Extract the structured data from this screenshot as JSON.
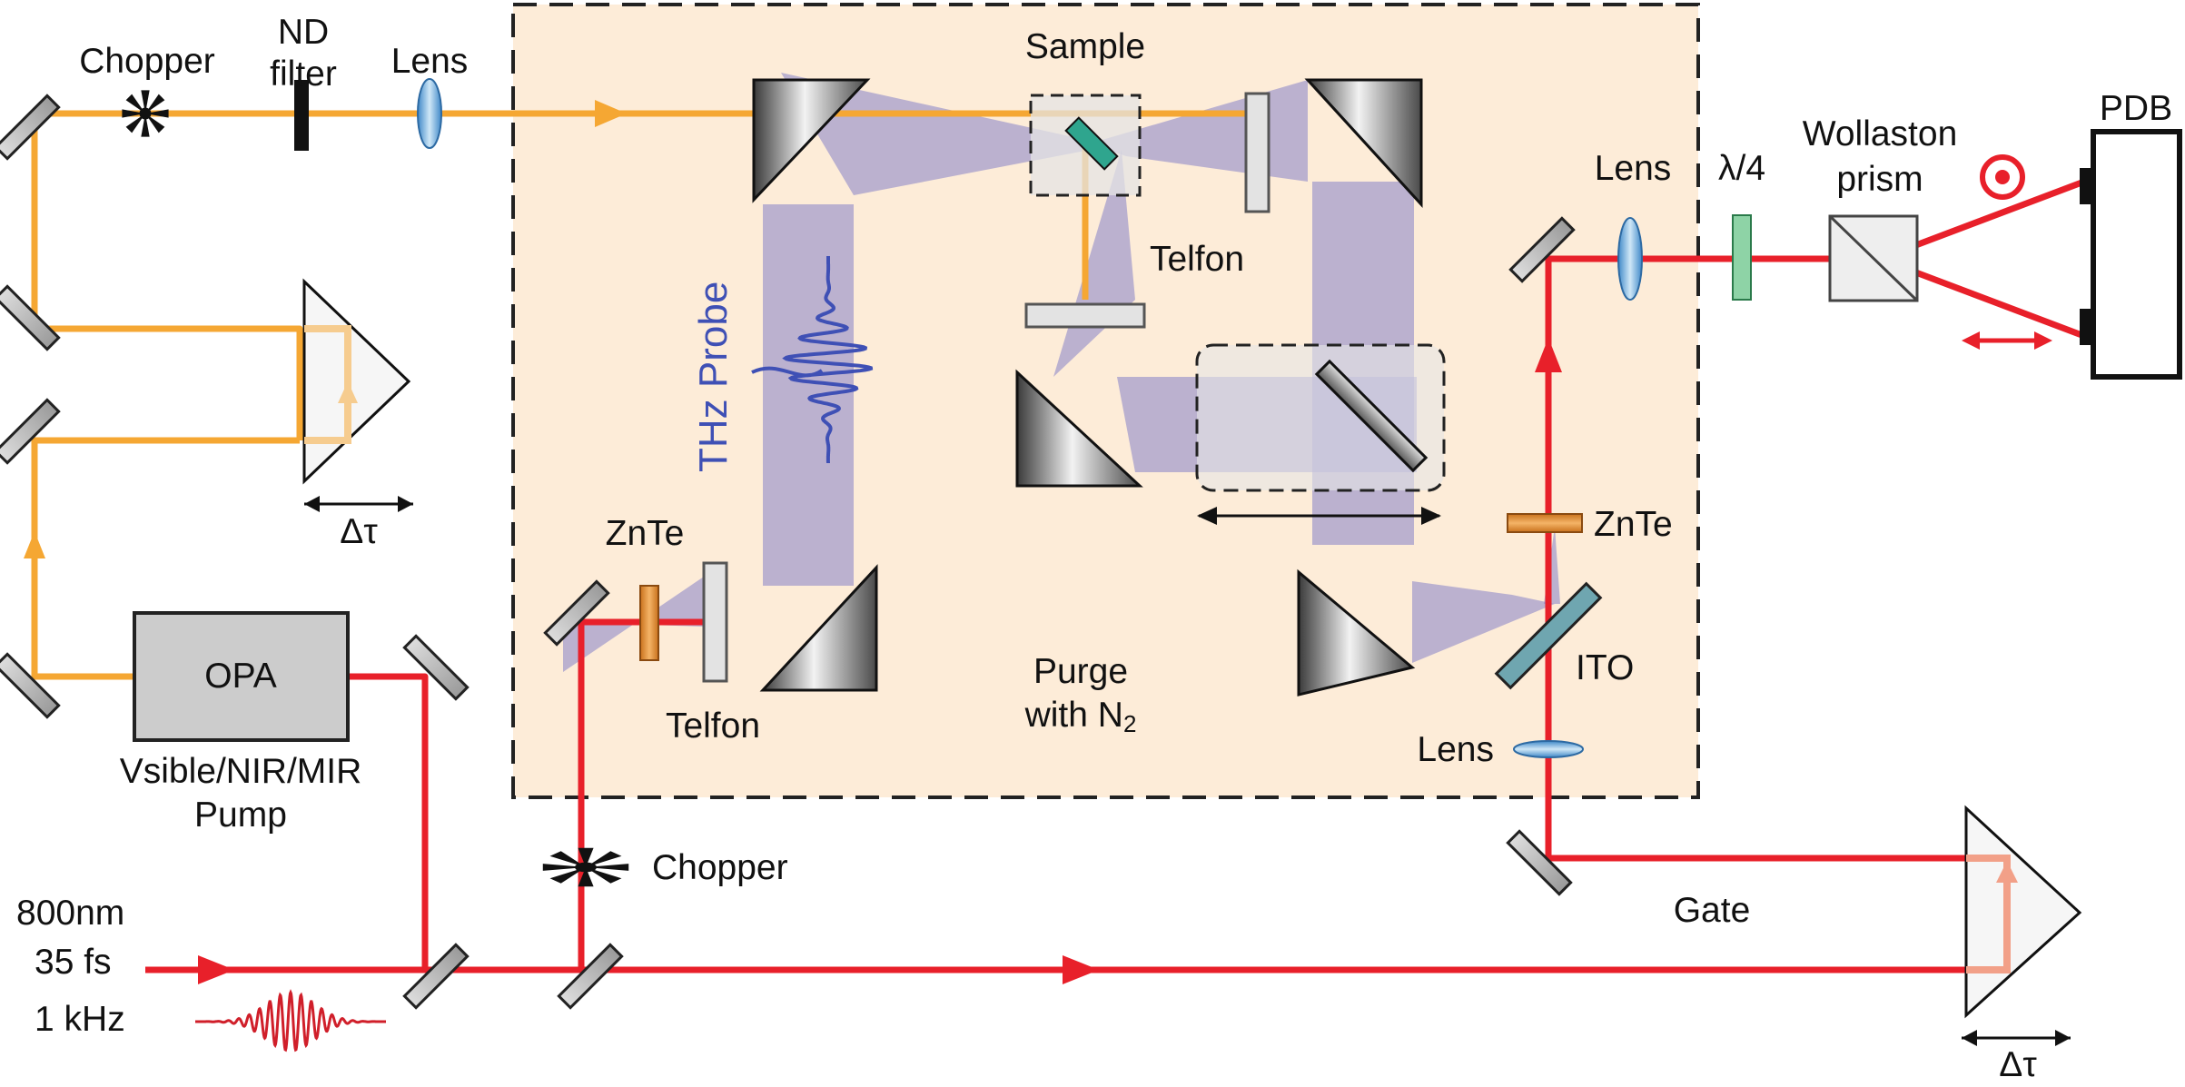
{
  "colors": {
    "pump_beam": "#f5a733",
    "probe_beam": "#e8202a",
    "thz_beam": "#8f8bc9",
    "purge_box_fill": "#fdecd8",
    "thz_waveform": "#3f50b5"
  },
  "labels": {
    "chopper_top": "Chopper",
    "nd_filter_line1": "ND",
    "nd_filter_line2": "filter",
    "lens_top": "Lens",
    "sample": "Sample",
    "telfon_top": "Telfon",
    "thz_probe": "THz Probe",
    "zntedet": "ZnTe",
    "znte_left": "ZnTe",
    "telfon_left": "Telfon",
    "purge_line1": "Purge",
    "purge_line2_prefix": "with N",
    "purge_line2_sub": "2",
    "ito": "ITO",
    "lens_bottom": "Lens",
    "lens_right": "Lens",
    "quarter_wave": "λ/4",
    "wollaston_line1": "Wollaston",
    "wollaston_line2": "prism",
    "pdb": "PDB",
    "opa": "OPA",
    "opa_caption_line1": "Vsible/NIR/MIR",
    "opa_caption_line2": "Pump",
    "laser_line1": "800nm",
    "laser_line2": "35 fs",
    "laser_line3": "1 kHz",
    "chopper_bottom": "Chopper",
    "gate": "Gate",
    "delay_left": "Δτ",
    "delay_right": "Δτ"
  }
}
